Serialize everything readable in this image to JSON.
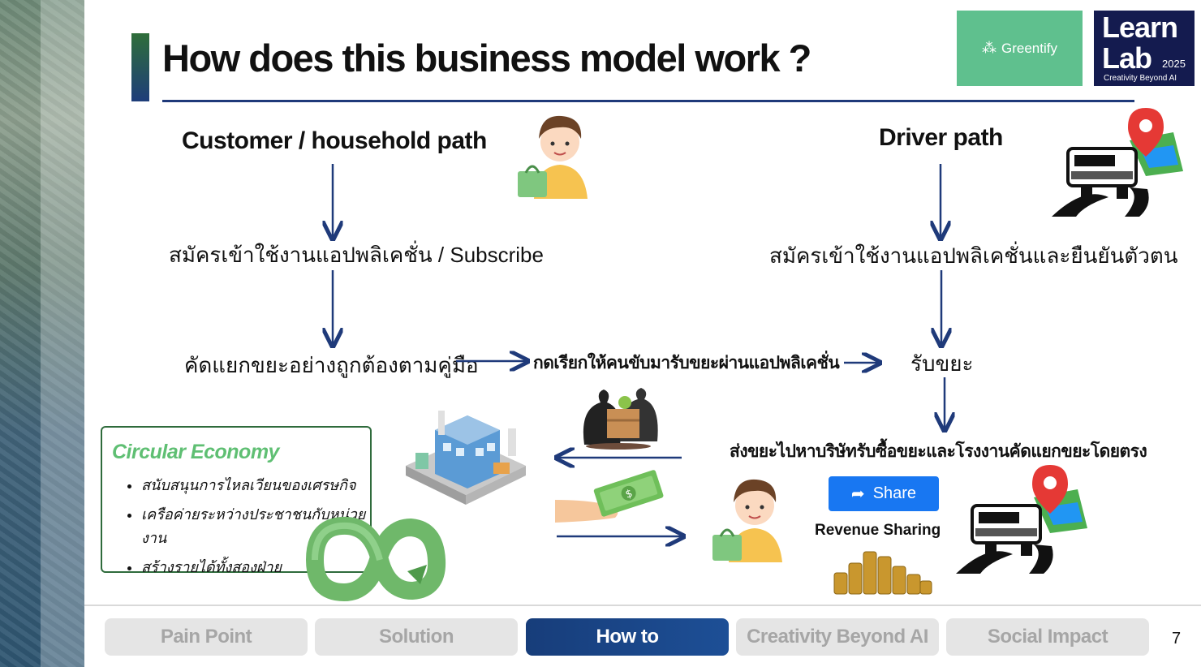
{
  "title": "How does this business model work ?",
  "logos": {
    "greentify": "Greentify",
    "learnlab": {
      "learn": "Learn",
      "lab": "Lab",
      "year": "2025",
      "tagline": "Creativity Beyond AI"
    }
  },
  "customer_path": {
    "heading": "Customer / household path",
    "step1": "สมัครเข้าใช้งานแอปพลิเคชั่น / Subscribe",
    "step2": "คัดแยกขยะอย่างถูกต้องตามคู่มือ"
  },
  "middle_step": "กดเรียกให้คนขับมารับขยะผ่านแอปพลิเคชั่น",
  "driver_path": {
    "heading": "Driver path",
    "step1": "สมัครเข้าใช้งานแอปพลิเคชั่นและยืนยันตัวตน",
    "step2": "รับขยะ",
    "step3": "ส่งขยะไปหาบริษัทรับซื้อขยะและโรงงานคัดแยกขยะโดยตรง"
  },
  "circular_economy": {
    "title": "Circular Economy",
    "items": [
      "สนับสนุนการไหลเวียนของเศรษกิจ",
      "เครือค่ายระหว่างประชาชนกับหน่วยงาน",
      "สร้างรายได้ทั้งสองฝ่าย"
    ]
  },
  "share_button": "Share",
  "revenue_label": "Revenue Sharing",
  "nav": {
    "tabs": [
      "Pain Point",
      "Solution",
      "How to",
      "Creativity Beyond AI",
      "Social Impact"
    ],
    "active": "How to"
  },
  "page_number": "7",
  "icons": {
    "person": "person-with-bag-icon",
    "truck": "pickup-truck-icon",
    "map": "map-pin-icon",
    "factory": "factory-building-icon",
    "trash": "trash-bags-icon",
    "money": "cash-hand-icon",
    "coins": "coin-stacks-icon",
    "recycle": "recycle-infinity-icon",
    "share": "share-arrow-icon"
  },
  "colors": {
    "accent": "#1f3a7a",
    "green": "#5fbf73",
    "share": "#1877f2"
  }
}
